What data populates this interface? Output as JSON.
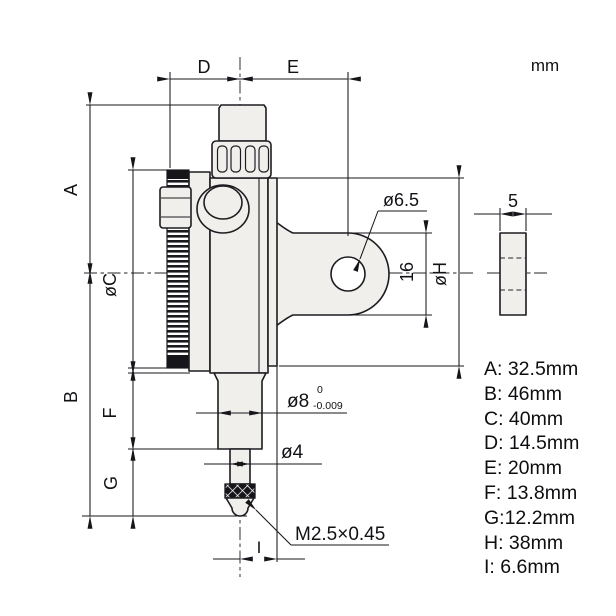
{
  "unit": "mm",
  "dims": {
    "a": "A",
    "b": "B",
    "c": "øC",
    "d": "D",
    "e": "E",
    "f": "F",
    "g": "G",
    "h": "øH",
    "i": "I",
    "lug_height": "16",
    "hole_dia": "ø6.5",
    "plate_thickness": "5",
    "stem_dia": "ø8",
    "stem_tol_upper": "0",
    "stem_tol_lower": "-0.009",
    "spindle_dia": "ø4",
    "thread_spec": "M2.5×0.45"
  },
  "legend": {
    "items": [
      "A: 32.5mm",
      "B: 46mm",
      "C: 40mm",
      "D: 14.5mm",
      "E: 20mm",
      "F: 13.8mm",
      "G:12.2mm",
      "H: 38mm",
      "I: 6.6mm"
    ]
  },
  "colors": {
    "line": "#1d1d21",
    "part_fill": "#f0efec",
    "background": "#ffffff"
  }
}
